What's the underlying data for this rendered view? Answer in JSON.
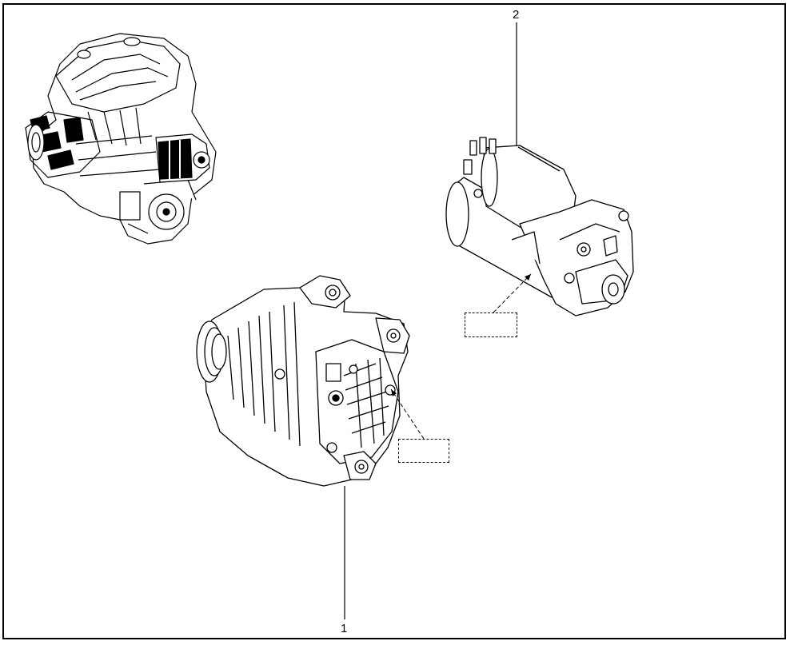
{
  "diagram": {
    "callouts": [
      {
        "id": "alternator",
        "label": "1"
      },
      {
        "id": "starter",
        "label": "2"
      }
    ],
    "reference_boxes": [
      {
        "id": "starter-ref",
        "text": ""
      },
      {
        "id": "alternator-ref",
        "text": ""
      }
    ],
    "parts": [
      {
        "id": "engine-assembly",
        "name": "engine-icon"
      },
      {
        "id": "alternator",
        "name": "alternator-icon"
      },
      {
        "id": "starter-motor",
        "name": "starter-motor-icon"
      }
    ]
  }
}
